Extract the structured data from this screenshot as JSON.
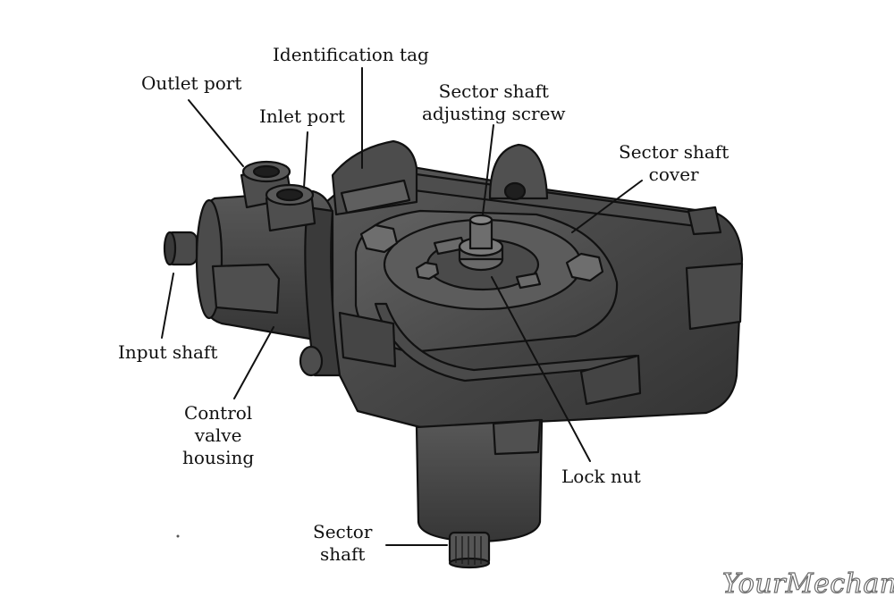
{
  "labels": {
    "identification_tag": "Identification tag",
    "outlet_port": "Outlet port",
    "inlet_port": "Inlet port",
    "sector_shaft_adjusting_screw": [
      "Sector shaft",
      "adjusting screw"
    ],
    "sector_shaft_cover": [
      "Sector shaft",
      "cover"
    ],
    "input_shaft": "Input shaft",
    "control_valve_housing": [
      "Control",
      "valve",
      "housing"
    ],
    "lock_nut": "Lock nut",
    "sector_shaft": [
      "Sector",
      "shaft"
    ]
  },
  "watermark": "YourMechanic",
  "colors": {
    "body_dark": "#3f3f3f",
    "body_mid": "#555555",
    "body_light": "#6e6e6e",
    "outline": "#111111",
    "label_text": "#111111"
  }
}
